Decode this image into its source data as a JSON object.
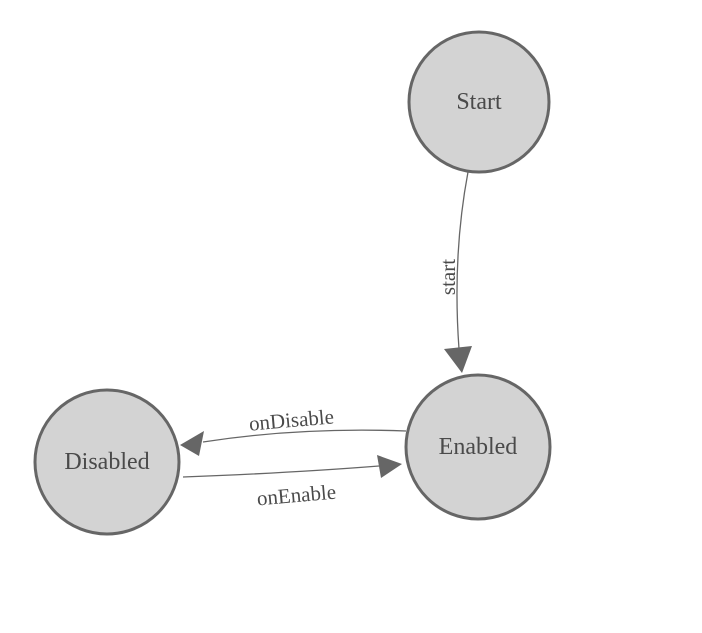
{
  "diagram": {
    "colors": {
      "bg": "#ffffff",
      "node-fill": "#d3d3d3",
      "node-stroke": "#666666",
      "edge": "#666666",
      "text": "#4a4a4a"
    },
    "nodes": {
      "start": {
        "label": "Start"
      },
      "enabled": {
        "label": "Enabled"
      },
      "disabled": {
        "label": "Disabled"
      }
    },
    "edges": {
      "start_to_enabled": {
        "label": "start",
        "from": "Start",
        "to": "Enabled"
      },
      "enabled_to_disabled": {
        "label": "onDisable",
        "from": "Enabled",
        "to": "Disabled"
      },
      "disabled_to_enabled": {
        "label": "onEnable",
        "from": "Disabled",
        "to": "Enabled"
      }
    }
  }
}
